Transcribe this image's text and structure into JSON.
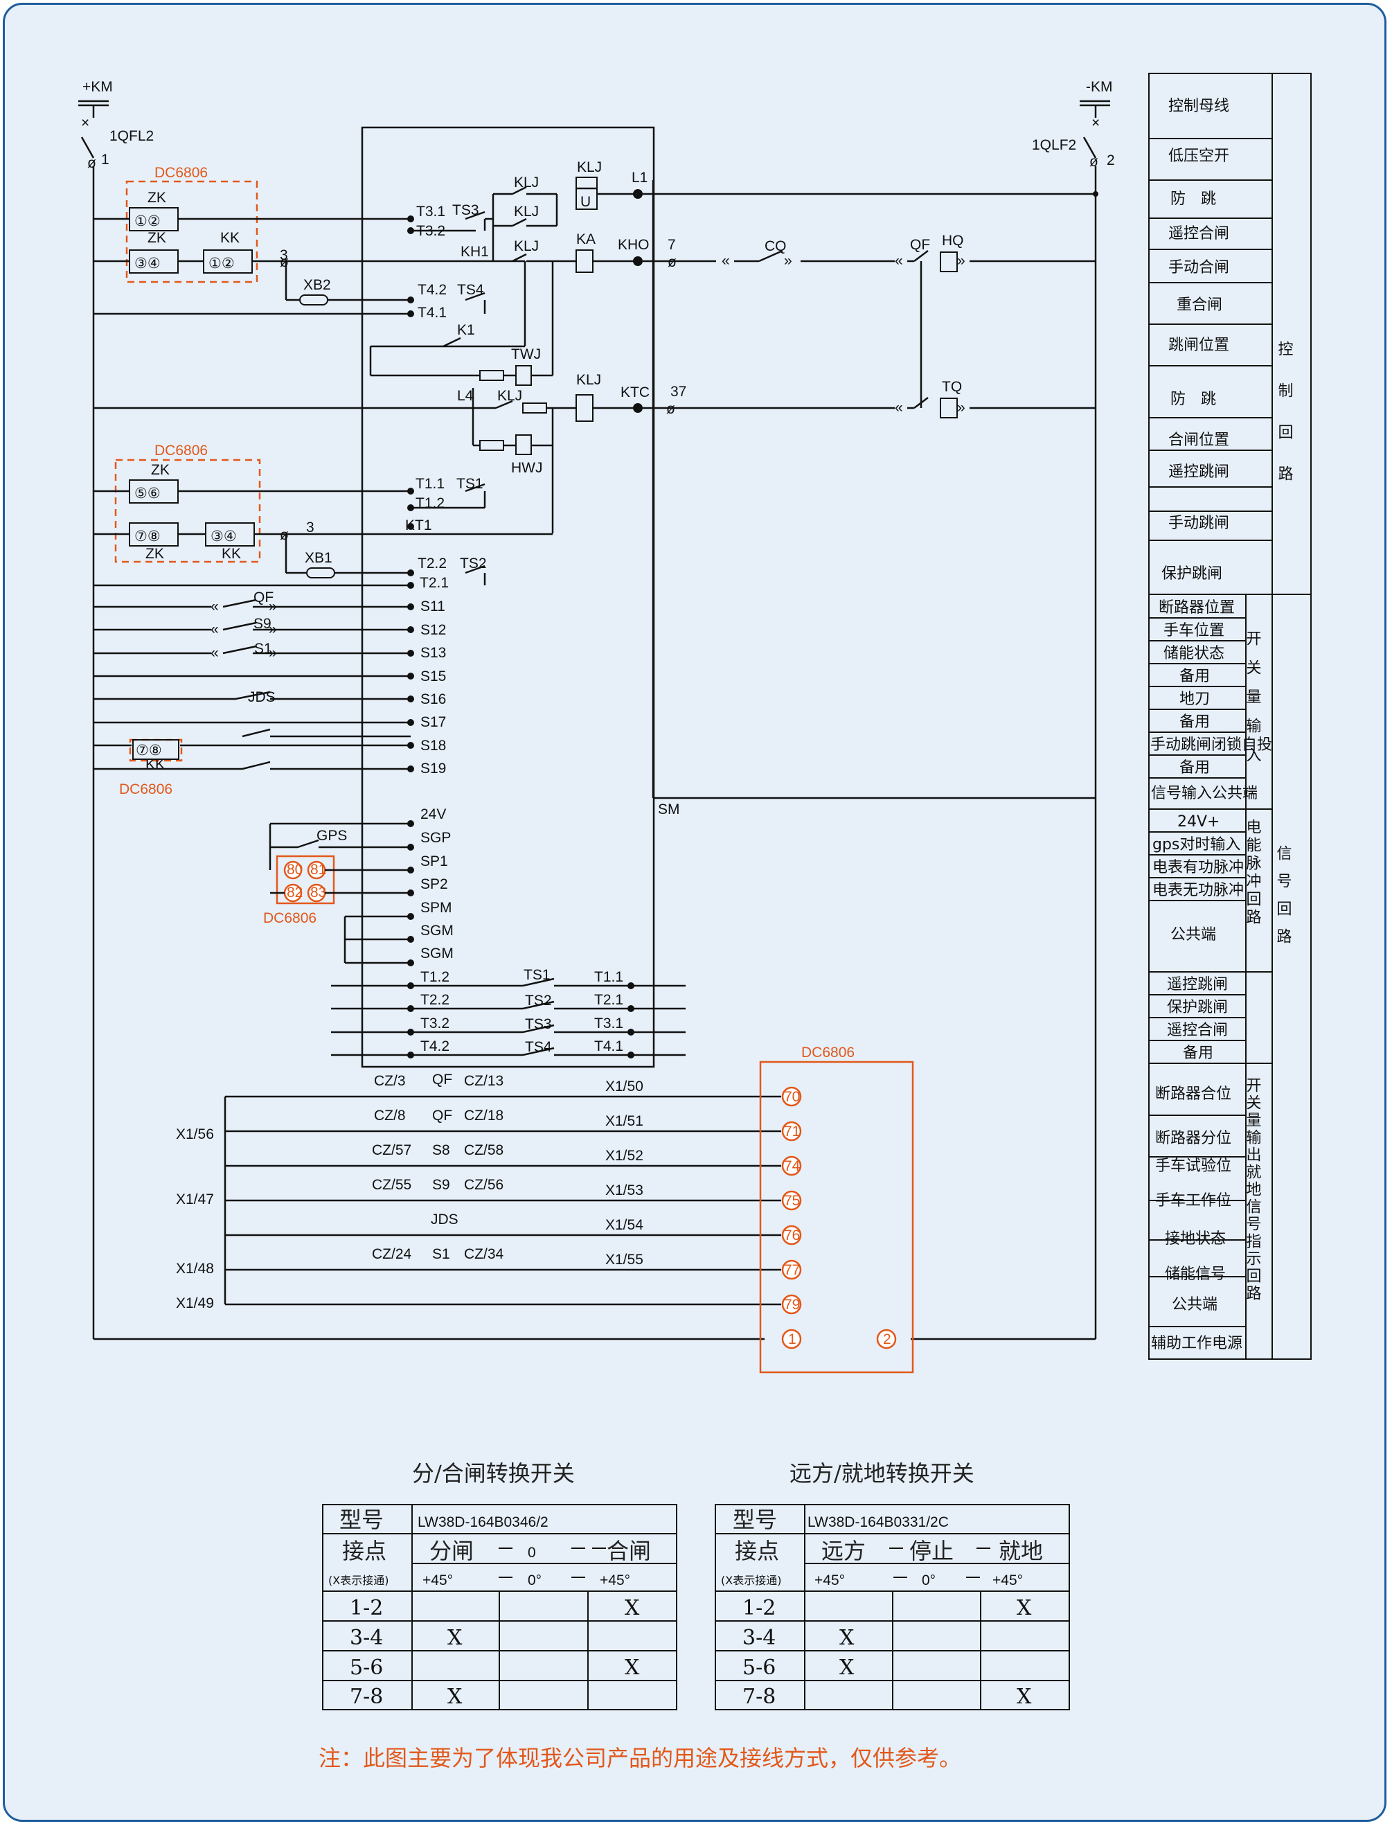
{
  "colors": {
    "frame": "#1e5e9c",
    "background": "#e7f0f9",
    "accent": "#e2581a",
    "ink": "#111111"
  },
  "circuit": {
    "bus_pos": "+KM",
    "bus_neg": "-KM",
    "breaker_left": "1QFL2",
    "breaker_right": "1QLF2",
    "node_1": "1",
    "node_2": "2",
    "dc_label": "DC6806",
    "zk": "ZK",
    "kk": "KK",
    "kk_small": "KK",
    "xb1": "XB1",
    "xb2": "XB2",
    "contacts": [
      "①②",
      "③④",
      "①②",
      "⑤⑥",
      "⑦⑧",
      "③④",
      "⑦⑧"
    ],
    "ts": [
      "TS1",
      "TS2",
      "TS3",
      "TS4"
    ],
    "term_t": [
      "T3.1",
      "T3.2",
      "T4.2",
      "T4.1",
      "T1.1",
      "T1.2",
      "T2.2",
      "T2.1",
      "KT1",
      "KH1"
    ],
    "relays": [
      "KLJ",
      "KLJ",
      "KLJ",
      "KLJ",
      "KLJ",
      "KLJ",
      "K1",
      "TWJ",
      "HWJ",
      "KA"
    ],
    "u_box": "U",
    "l1": "L1",
    "l4": "L4",
    "kho": "KHO",
    "ktc": "KTC",
    "n7": "7",
    "n37": "37",
    "n3": "3",
    "cq": "CQ",
    "qf": "QF",
    "hq": "HQ",
    "tq": "TQ",
    "s_terms": [
      "S11",
      "S12",
      "S13",
      "S15",
      "S16",
      "S17",
      "S18",
      "S19"
    ],
    "s_switches": [
      "QF",
      "S9",
      "S1",
      "JDS"
    ],
    "gps": "GPS",
    "sig_terms": [
      "24V",
      "SGP",
      "SP1",
      "SP2",
      "SPM",
      "SGM",
      "SGM"
    ],
    "gps_contacts": [
      "80",
      "81",
      "82",
      "83"
    ],
    "sm": "SM",
    "bottom_left": [
      "T1.2",
      "T2.2",
      "T3.2",
      "T4.2"
    ],
    "bottom_right": [
      "T1.1",
      "T2.1",
      "T3.1",
      "T4.1"
    ],
    "out_rows": [
      {
        "cz_l": "CZ/3",
        "sw": "QF",
        "cz_r": "CZ/13",
        "x1": "X1/50",
        "pin": "70"
      },
      {
        "cz_l": "CZ/8",
        "sw": "QF",
        "cz_r": "CZ/18",
        "x1": "X1/51",
        "pin": "71"
      },
      {
        "cz_l": "CZ/57",
        "sw": "S8",
        "cz_r": "CZ/58",
        "x1": "X1/52",
        "pin": "74"
      },
      {
        "cz_l": "CZ/55",
        "sw": "S9",
        "cz_r": "CZ/56",
        "x1": "X1/53",
        "pin": "75"
      },
      {
        "cz_l": "",
        "sw": "JDS",
        "cz_r": "",
        "x1": "X1/54",
        "pin": "76"
      },
      {
        "cz_l": "CZ/24",
        "sw": "S1",
        "cz_r": "CZ/34",
        "x1": "X1/55",
        "pin": "77"
      }
    ],
    "pin_79": "79",
    "pin_1": "1",
    "pin_2": "2",
    "x1_left": [
      "X1/56",
      "X1/47",
      "X1/48",
      "X1/49"
    ]
  },
  "legend": {
    "control": {
      "items": [
        "控制母线",
        "低压空开",
        "防　跳",
        "遥控合闸",
        "手动合闸",
        "重合闸",
        "跳闸位置",
        "防　跳",
        "合闸位置",
        "遥控跳闸",
        "手动跳闸",
        "保护跳闸"
      ],
      "group": "控制回路"
    },
    "switch_in": {
      "items": [
        "断路器位置",
        "手车位置",
        "储能状态",
        "备用",
        "地刀",
        "备用",
        "手动跳闸闭锁自投",
        "备用",
        "信号输入公共端"
      ],
      "group": "开关量输入"
    },
    "pulse": {
      "items": [
        "24V+",
        "gps对时输入",
        "电表有功脉冲",
        "电表无功脉冲",
        "公共端"
      ],
      "group": "电能脉冲回路"
    },
    "signal_group": "信号回路",
    "remote": {
      "items": [
        "遥控跳闸",
        "保护跳闸",
        "遥控合闸",
        "备用"
      ]
    },
    "switch_out": {
      "items": [
        "断路器合位",
        "断路器分位",
        "手车试验位",
        "手车工作位",
        "接地状态",
        "储能信号",
        "公共端",
        "辅助工作电源"
      ],
      "group": "开关量输出就地信号指示回路"
    }
  },
  "tables": [
    {
      "title": "分/合闸转换开关",
      "model_label": "型号",
      "model": "LW38D-164B0346/2",
      "contact_label": "接点",
      "note": "(X表示接通)",
      "positions": [
        "分闸",
        "0",
        "合闸"
      ],
      "angles": [
        "+45°",
        "0°",
        "+45°"
      ],
      "rows": [
        {
          "pair": "1-2",
          "marks": [
            "",
            "",
            "X"
          ]
        },
        {
          "pair": "3-4",
          "marks": [
            "X",
            "",
            ""
          ]
        },
        {
          "pair": "5-6",
          "marks": [
            "",
            "",
            "X"
          ]
        },
        {
          "pair": "7-8",
          "marks": [
            "X",
            "",
            ""
          ]
        }
      ]
    },
    {
      "title": "远方/就地转换开关",
      "model_label": "型号",
      "model": "LW38D-164B0331/2C",
      "contact_label": "接点",
      "note": "(X表示接通)",
      "positions": [
        "远方",
        "停止",
        "就地"
      ],
      "angles": [
        "+45°",
        "0°",
        "+45°"
      ],
      "rows": [
        {
          "pair": "1-2",
          "marks": [
            "",
            "",
            "X"
          ]
        },
        {
          "pair": "3-4",
          "marks": [
            "X",
            "",
            ""
          ]
        },
        {
          "pair": "5-6",
          "marks": [
            "X",
            "",
            ""
          ]
        },
        {
          "pair": "7-8",
          "marks": [
            "",
            "",
            "X"
          ]
        }
      ]
    }
  ],
  "footnote": "注：此图主要为了体现我公司产品的用途及接线方式，仅供参考。"
}
